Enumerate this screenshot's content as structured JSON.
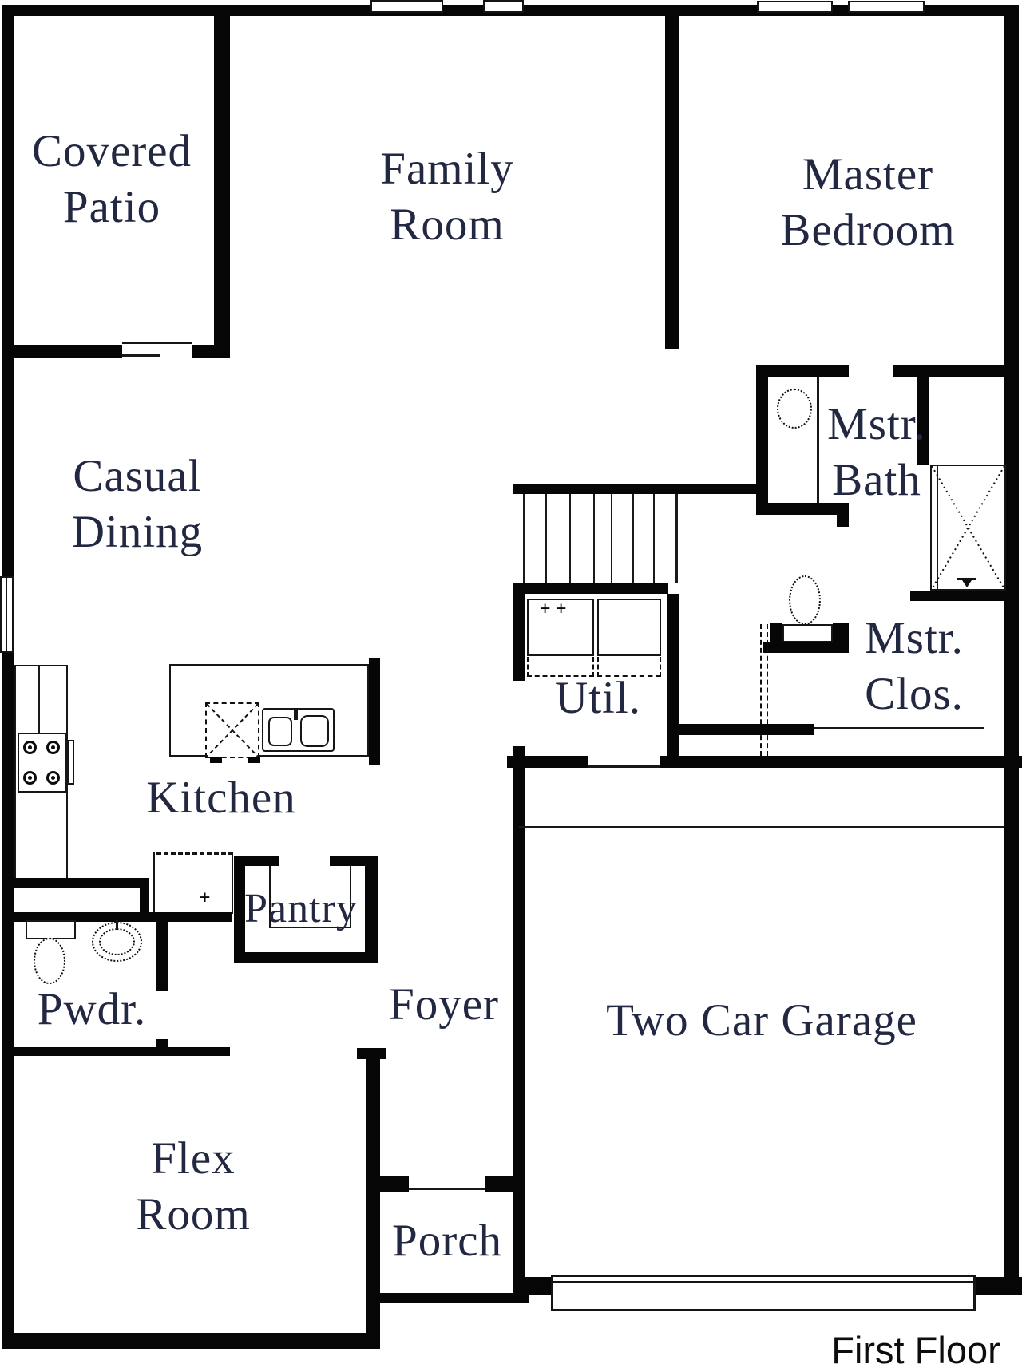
{
  "title": {
    "text": "First Floor"
  },
  "rooms": {
    "covered_patio": {
      "line1": "Covered",
      "line2": "Patio"
    },
    "family_room": {
      "line1": "Family",
      "line2": "Room"
    },
    "master_bedroom": {
      "line1": "Master",
      "line2": "Bedroom"
    },
    "casual_dining": {
      "line1": "Casual",
      "line2": "Dining"
    },
    "mstr_bath": {
      "line1": "Mstr.",
      "line2": "Bath"
    },
    "util": {
      "label": "Util."
    },
    "mstr_clos": {
      "line1": "Mstr.",
      "line2": "Clos."
    },
    "kitchen": {
      "label": "Kitchen"
    },
    "pantry": {
      "label": "Pantry"
    },
    "pwdr": {
      "label": "Pwdr."
    },
    "foyer": {
      "label": "Foyer"
    },
    "garage": {
      "label": "Two Car Garage"
    },
    "flex_room": {
      "line1": "Flex",
      "line2": "Room"
    },
    "porch": {
      "label": "Porch"
    }
  },
  "fixtures": {
    "stove": "stove-icon",
    "kitchen_island_sink": "double-sink-icon",
    "island_prep_area": "dashed-x-cabinet-icon",
    "kitchen_sink_cabinet": "sink-cabinet-icon",
    "bath_sink": "oval-sink-icon",
    "toilet_master": "toilet-icon",
    "shower": "shower-x-icon",
    "powder_toilet": "toilet-icon",
    "powder_sink": "round-sink-icon",
    "washer": "washer-icon",
    "dryer": "dryer-icon",
    "stairs": "stair-treads",
    "garage_door": "garage-door",
    "windows": "window-gap",
    "hookup_symbol": "+",
    "faucet_symbol": "+"
  },
  "colors": {
    "wall": "#060606",
    "text": "#232842",
    "background": "#ffffff"
  }
}
